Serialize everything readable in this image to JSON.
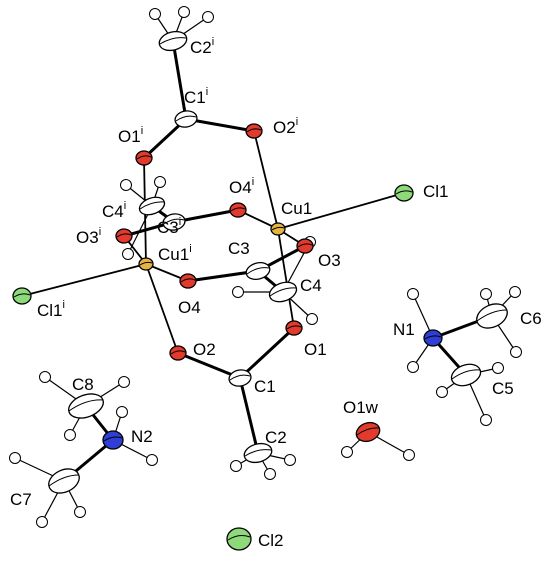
{
  "figure": {
    "colors": {
      "Cu": "#e6b443",
      "Cl": "#8ed97a",
      "O": "#e23a2c",
      "N": "#2f3fd6",
      "C": "#ffffff",
      "H": "#ffffff",
      "bond": "#000000"
    },
    "atom_labels": {
      "Cl1": "Cl1",
      "Cl1i_main": "Cl1",
      "Cl1i_sup": "i",
      "Cl2": "Cl2",
      "Cu1": "Cu1",
      "Cu1i_main": "Cu1",
      "Cu1i_sup": "i",
      "O1": "O1",
      "O1i_main": "O1",
      "O1i_sup": "i",
      "O2": "O2",
      "O2i_main": "O2",
      "O2i_sup": "i",
      "O3": "O3",
      "O3i_main": "O3",
      "O3i_sup": "i",
      "O4": "O4",
      "O4i_main": "O4",
      "O4i_sup": "i",
      "O1w": "O1w",
      "N1": "N1",
      "N2": "N2",
      "C1": "C1",
      "C1i_main": "C1",
      "C1i_sup": "i",
      "C2": "C2",
      "C2i_main": "C2",
      "C2i_sup": "i",
      "C3": "C3",
      "C3i_main": "C3",
      "C3i_sup": "i",
      "C4": "C4",
      "C4i_main": "C4",
      "C4i_sup": "i",
      "C5": "C5",
      "C6": "C6",
      "C7": "C7",
      "C8": "C8"
    }
  }
}
